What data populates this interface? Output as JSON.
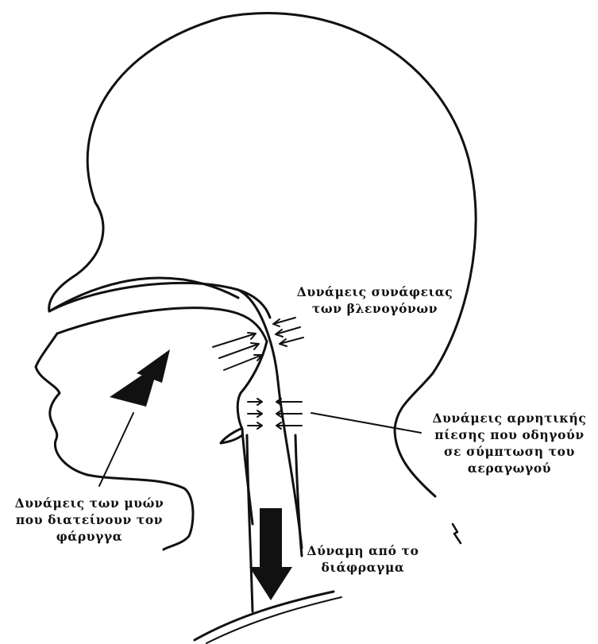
{
  "labels": {
    "adhesion": [
      "Δυνάμεις συνάφειας",
      "των βλενογόνων"
    ],
    "negative_pressure": [
      "Δυνάμεις αρνητικής",
      "πίεσης που οδηγούν",
      "σε σύμπτωση του",
      "αεραγωγού"
    ],
    "muscles": [
      "Δυνάμεις των μυών",
      "που διατείνουν τον",
      "φάρυγγα"
    ],
    "diaphragm": [
      "Δύναμη από το",
      "διάφραγμα"
    ]
  }
}
